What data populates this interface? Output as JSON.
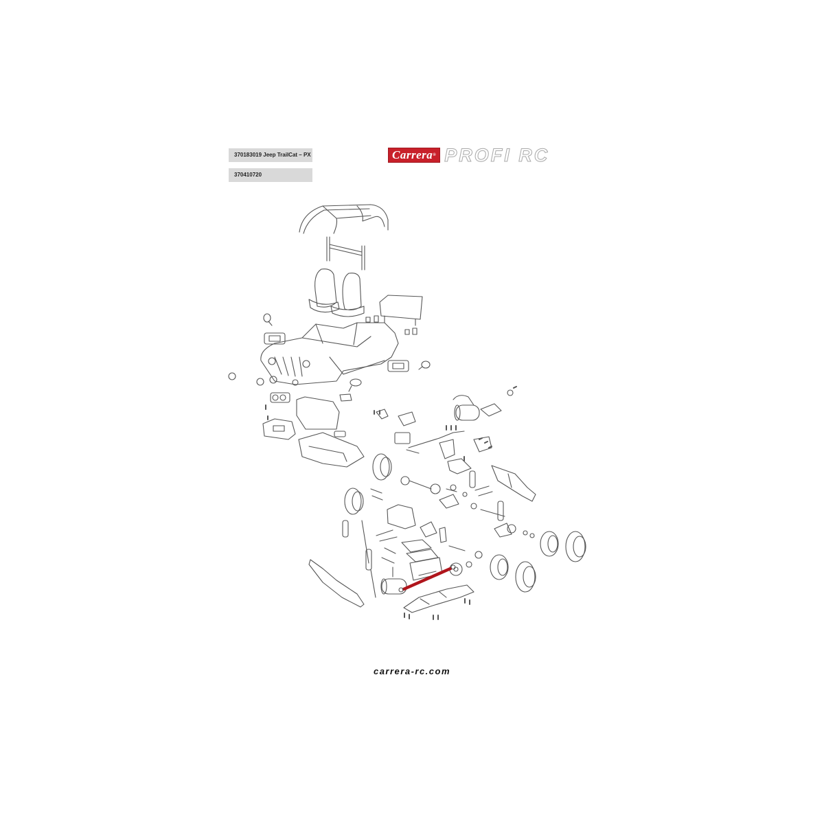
{
  "header": {
    "product_label": "370183019 Jeep TrailCat – PX",
    "part_number_label": "370410720",
    "brand_logo": "Carrera",
    "brand_logo_mark": "®",
    "product_line": "PROFI RC"
  },
  "diagram": {
    "title": "Exploded parts diagram – Jeep TrailCat",
    "highlighted_part": "driveshaft",
    "highlight_color": "#b0151c",
    "line_color": "#555555",
    "groups": [
      "roll-cage",
      "roll-bar",
      "seats",
      "rear-panel",
      "body-shell",
      "mirrors",
      "lights",
      "dashboard",
      "winch-bumper",
      "chassis-tub",
      "motor",
      "servo",
      "steering-linkage",
      "front-gearbox",
      "rear-gearbox",
      "shocks",
      "wheels-tires",
      "battery-box",
      "bumper",
      "main-chassis-plate",
      "driveshaft"
    ]
  },
  "footer": {
    "url": "carrera-rc.com"
  },
  "colors": {
    "label_bg": "#d9d9d9",
    "brand_red": "#c8202a",
    "profi_silver": "#a8a8a8"
  }
}
